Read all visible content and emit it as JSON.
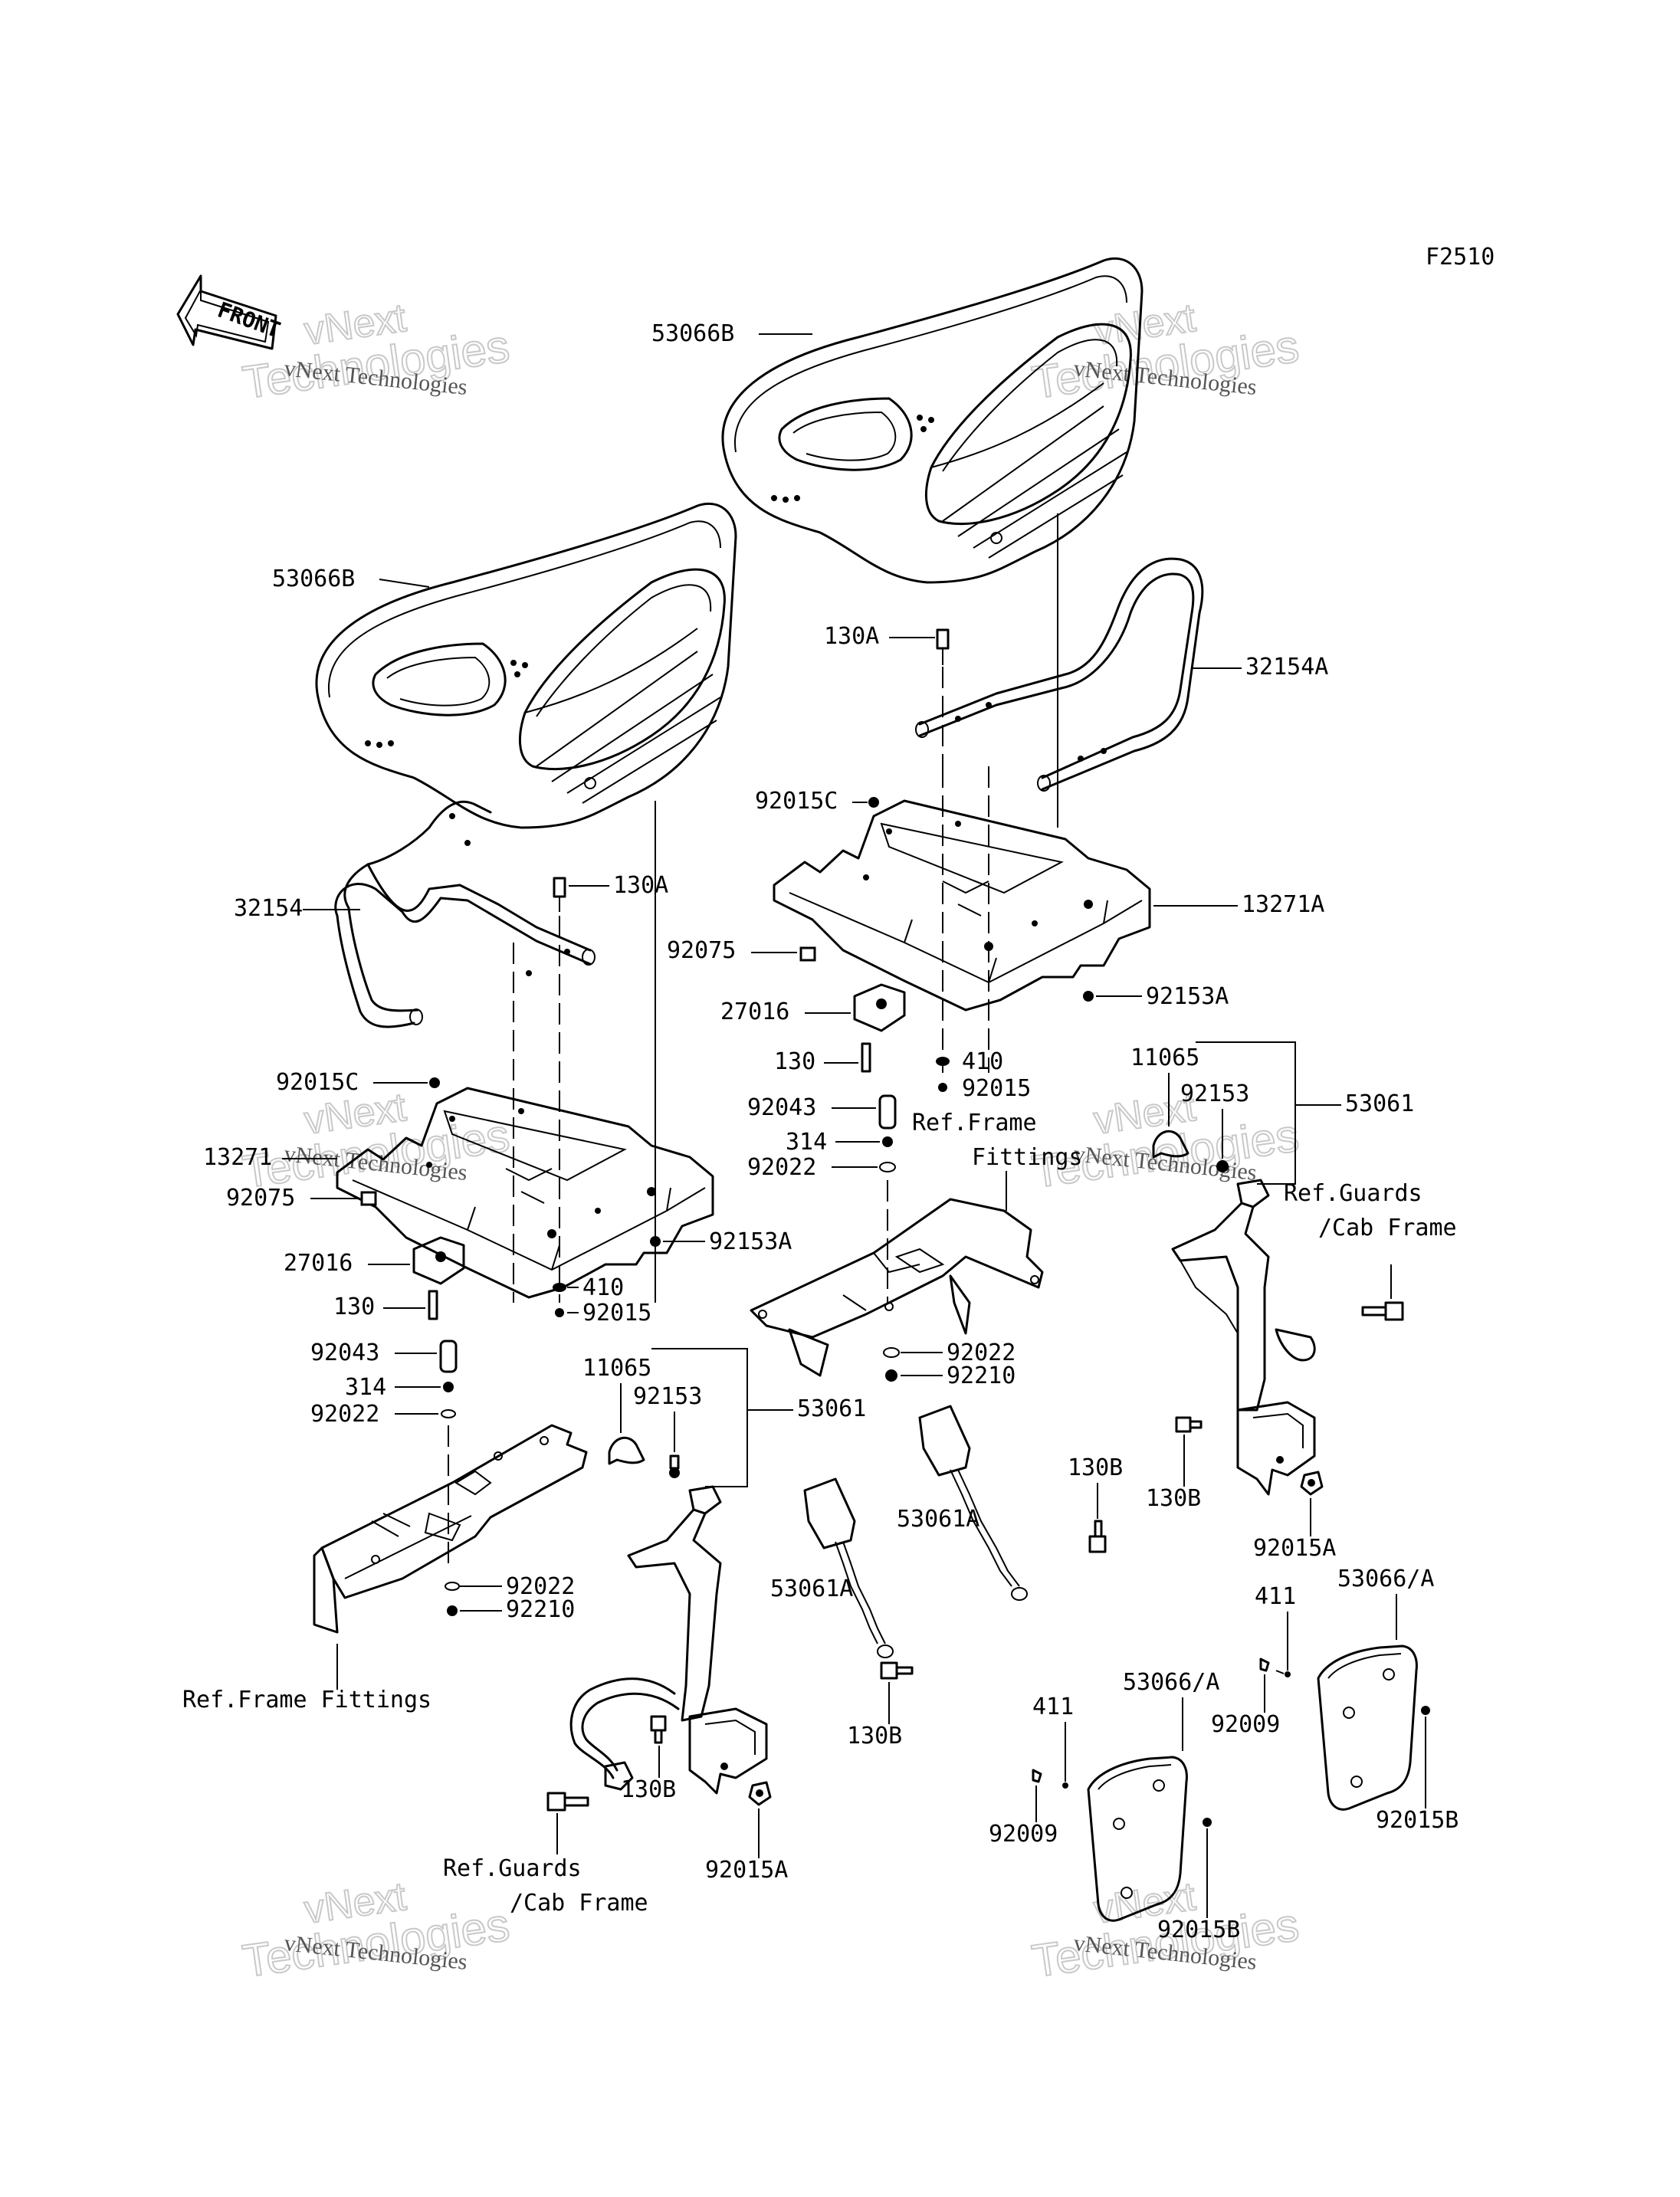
{
  "figure_code": "F2510",
  "front_label": "FRONT",
  "watermark": {
    "line1": "vNext",
    "line2": "Technologies",
    "caption": "vNext Technologies"
  },
  "labels": {
    "seat_back_right": "53066B",
    "seat_back_left": "53066B",
    "bolt_130a_right": "130A",
    "guard_32154a": "32154A",
    "nut_92015c_right": "92015C",
    "base_13271a": "13271A",
    "pad_92075_right": "92075",
    "bolt_92153a_right": "92153A",
    "bracket_27016_right": "27016",
    "bolt_130_right": "130",
    "washer_410_right": "410",
    "nut_92015_right": "92015",
    "guard_32154": "32154",
    "bolt_130a_left": "130A",
    "nut_92015c_left": "92015C",
    "base_13271": "13271",
    "pad_92075_left": "92075",
    "bracket_27016_left": "27016",
    "bolt_130_left": "130",
    "bolt_92153a_left": "92153A",
    "washer_410_left": "410",
    "nut_92015_left": "92015",
    "pin_92043_left": "92043",
    "collar_314_left": "314",
    "washer_92022_left_top": "92022",
    "washer_92022_left_bot": "92022",
    "nut_92210_left": "92210",
    "ref_frame_fittings_left": "Ref.Frame Fittings",
    "pin_92043_mid": "92043",
    "collar_314_mid": "314",
    "washer_92022_mid_top": "92022",
    "ref_frame_line1": "Ref.Frame",
    "ref_frame_line2": "Fittings",
    "washer_92022_mid_bot": "92022",
    "nut_92210_mid": "92210",
    "cover_11065_left": "11065",
    "bolt_92153_left": "92153",
    "belt_53061_left": "53061",
    "buckle_53061a_left": "53061A",
    "bolt_130b_center": "130B",
    "buckle_53061a_mid": "53061A",
    "bolt_130b_bottom": "130B",
    "bolt_130b_left_belt": "130B",
    "nut_92015a_left": "92015A",
    "ref_guards_line1_left": "Ref.Guards",
    "ref_guards_line2_left": "/Cab Frame",
    "cover_11065_right": "11065",
    "bolt_92153_right": "92153",
    "belt_53061_right": "53061",
    "ref_guards_line1_right": "Ref.Guards",
    "ref_guards_line2_right": "/Cab Frame",
    "bolt_130b_right": "130B",
    "nut_92015a_right": "92015A",
    "bolt_411_right": "411",
    "cover_53066a_right": "53066/A",
    "nut_92009_right": "92009",
    "nut_92015b_right": "92015B",
    "bolt_411_left": "411",
    "cover_53066a_left": "53066/A",
    "nut_92009_left": "92009",
    "nut_92015b_left": "92015B"
  }
}
